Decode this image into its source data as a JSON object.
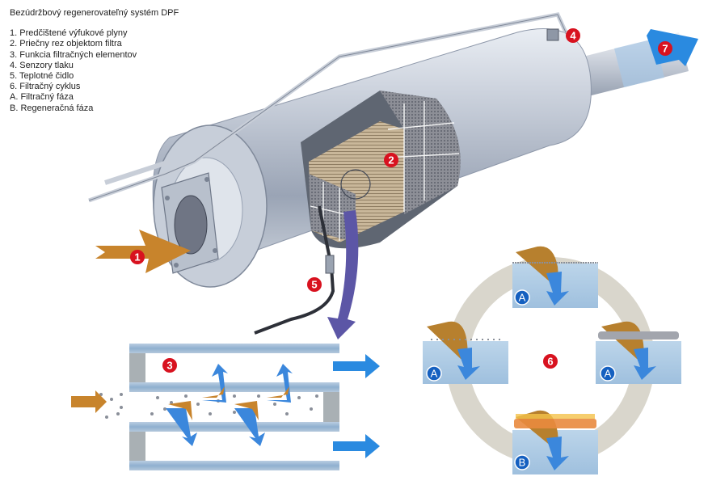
{
  "title": "Bezúdržbový regenerovateľný systém DPF",
  "legend": [
    "1. Predčištené výfukové plyny",
    "2. Priečny rez objektom filtra",
    "3. Funkcia filtračných elementov",
    "4. Senzory tlaku",
    "5. Teplotné čidlo",
    "6. Filtračný cyklus",
    "A. Filtračný fáza",
    "B. Regeneračná fáza"
  ],
  "badges": {
    "b1": "1",
    "b2": "2",
    "b3": "3",
    "b4": "4",
    "b5": "5",
    "b6": "6",
    "b7": "7"
  },
  "phases": {
    "top": "A",
    "left": "A",
    "right": "A",
    "bottom": "B"
  },
  "colors": {
    "badge_red": "#d8121f",
    "phase_blue": "#1560c0",
    "exhaust_in": "#c8842c",
    "exhaust_out": "#2a8ae0",
    "ring": "#d9d6cc",
    "metal": "#b6bfcc"
  }
}
